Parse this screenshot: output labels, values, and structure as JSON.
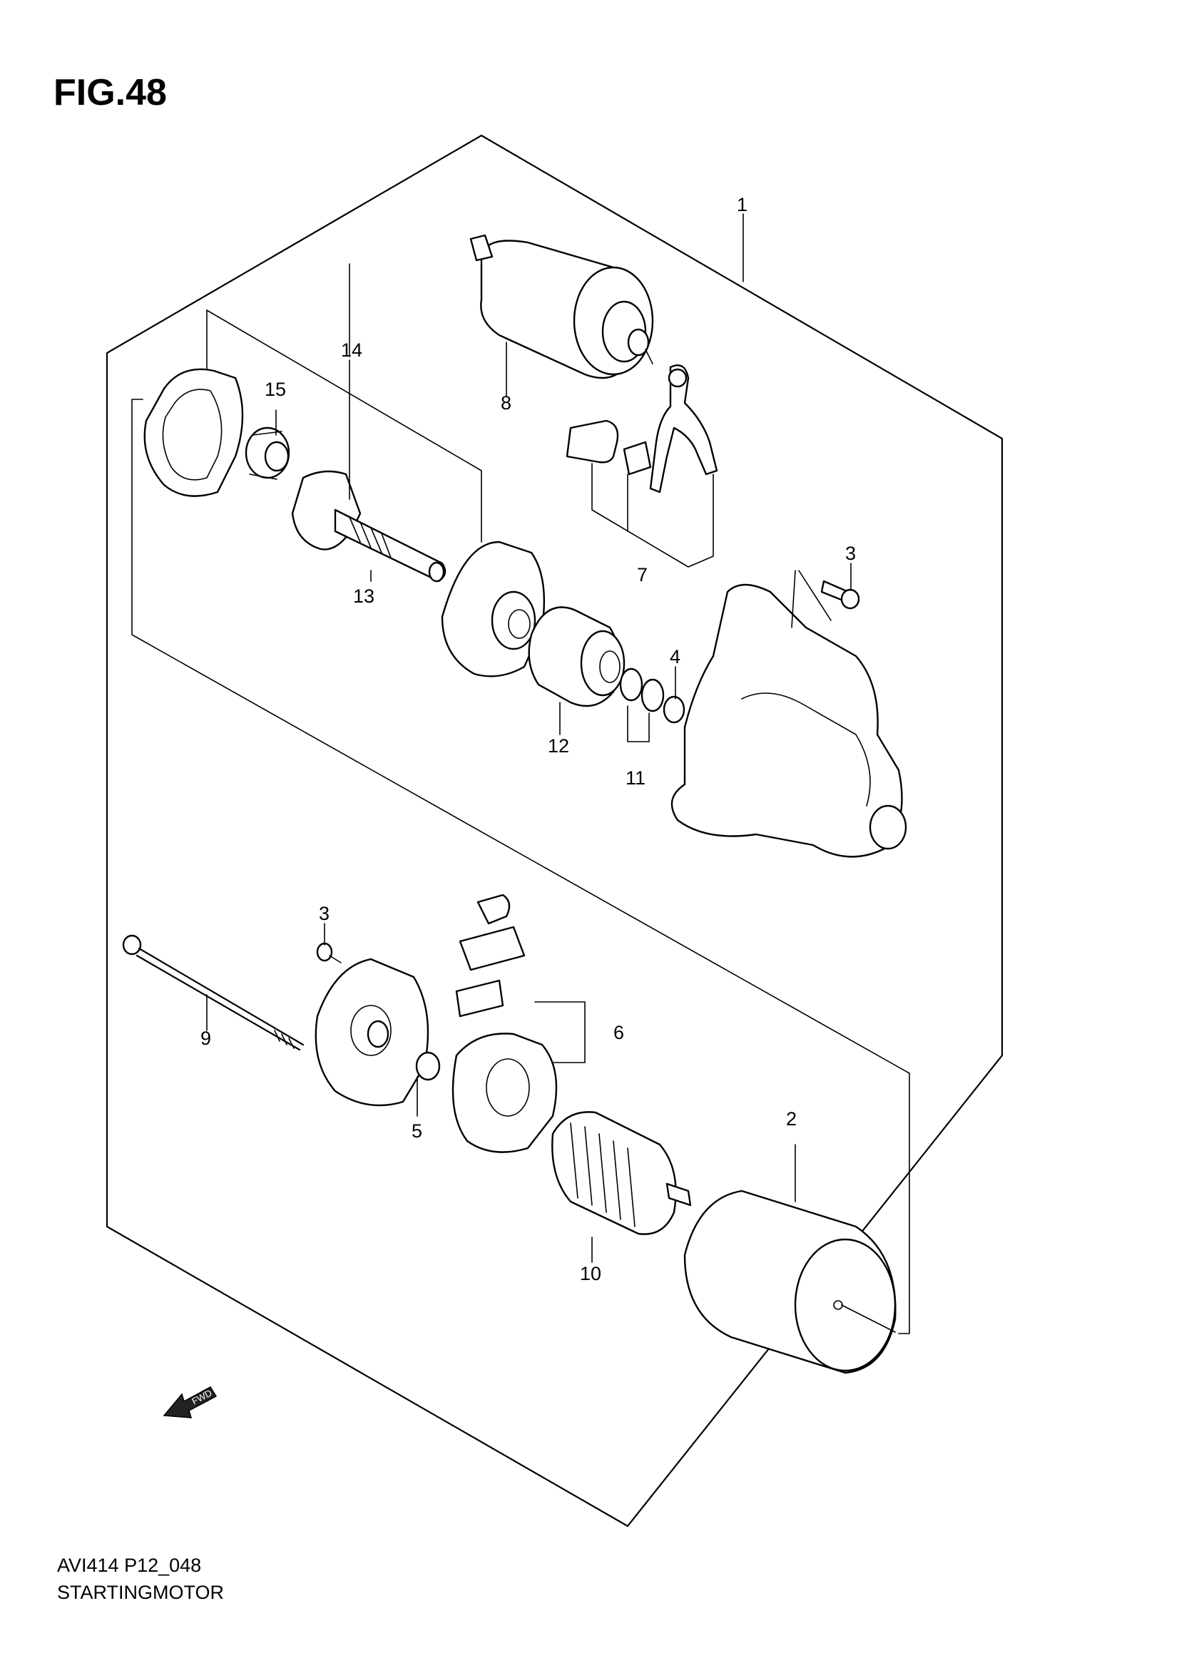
{
  "figure": {
    "title": "FIG.48",
    "code": "AVI414 P12_048",
    "name": "STARTINGMOTOR"
  },
  "callouts": [
    {
      "id": "1",
      "label": "1"
    },
    {
      "id": "2",
      "label": "2"
    },
    {
      "id": "3a",
      "label": "3"
    },
    {
      "id": "3b",
      "label": "3"
    },
    {
      "id": "4",
      "label": "4"
    },
    {
      "id": "5",
      "label": "5"
    },
    {
      "id": "6",
      "label": "6"
    },
    {
      "id": "7",
      "label": "7"
    },
    {
      "id": "8",
      "label": "8"
    },
    {
      "id": "9",
      "label": "9"
    },
    {
      "id": "10",
      "label": "10"
    },
    {
      "id": "11",
      "label": "11"
    },
    {
      "id": "12",
      "label": "12"
    },
    {
      "id": "13",
      "label": "13"
    },
    {
      "id": "14",
      "label": "14"
    },
    {
      "id": "15",
      "label": "15"
    }
  ],
  "fwd_arrow": {
    "label": "FWD"
  }
}
